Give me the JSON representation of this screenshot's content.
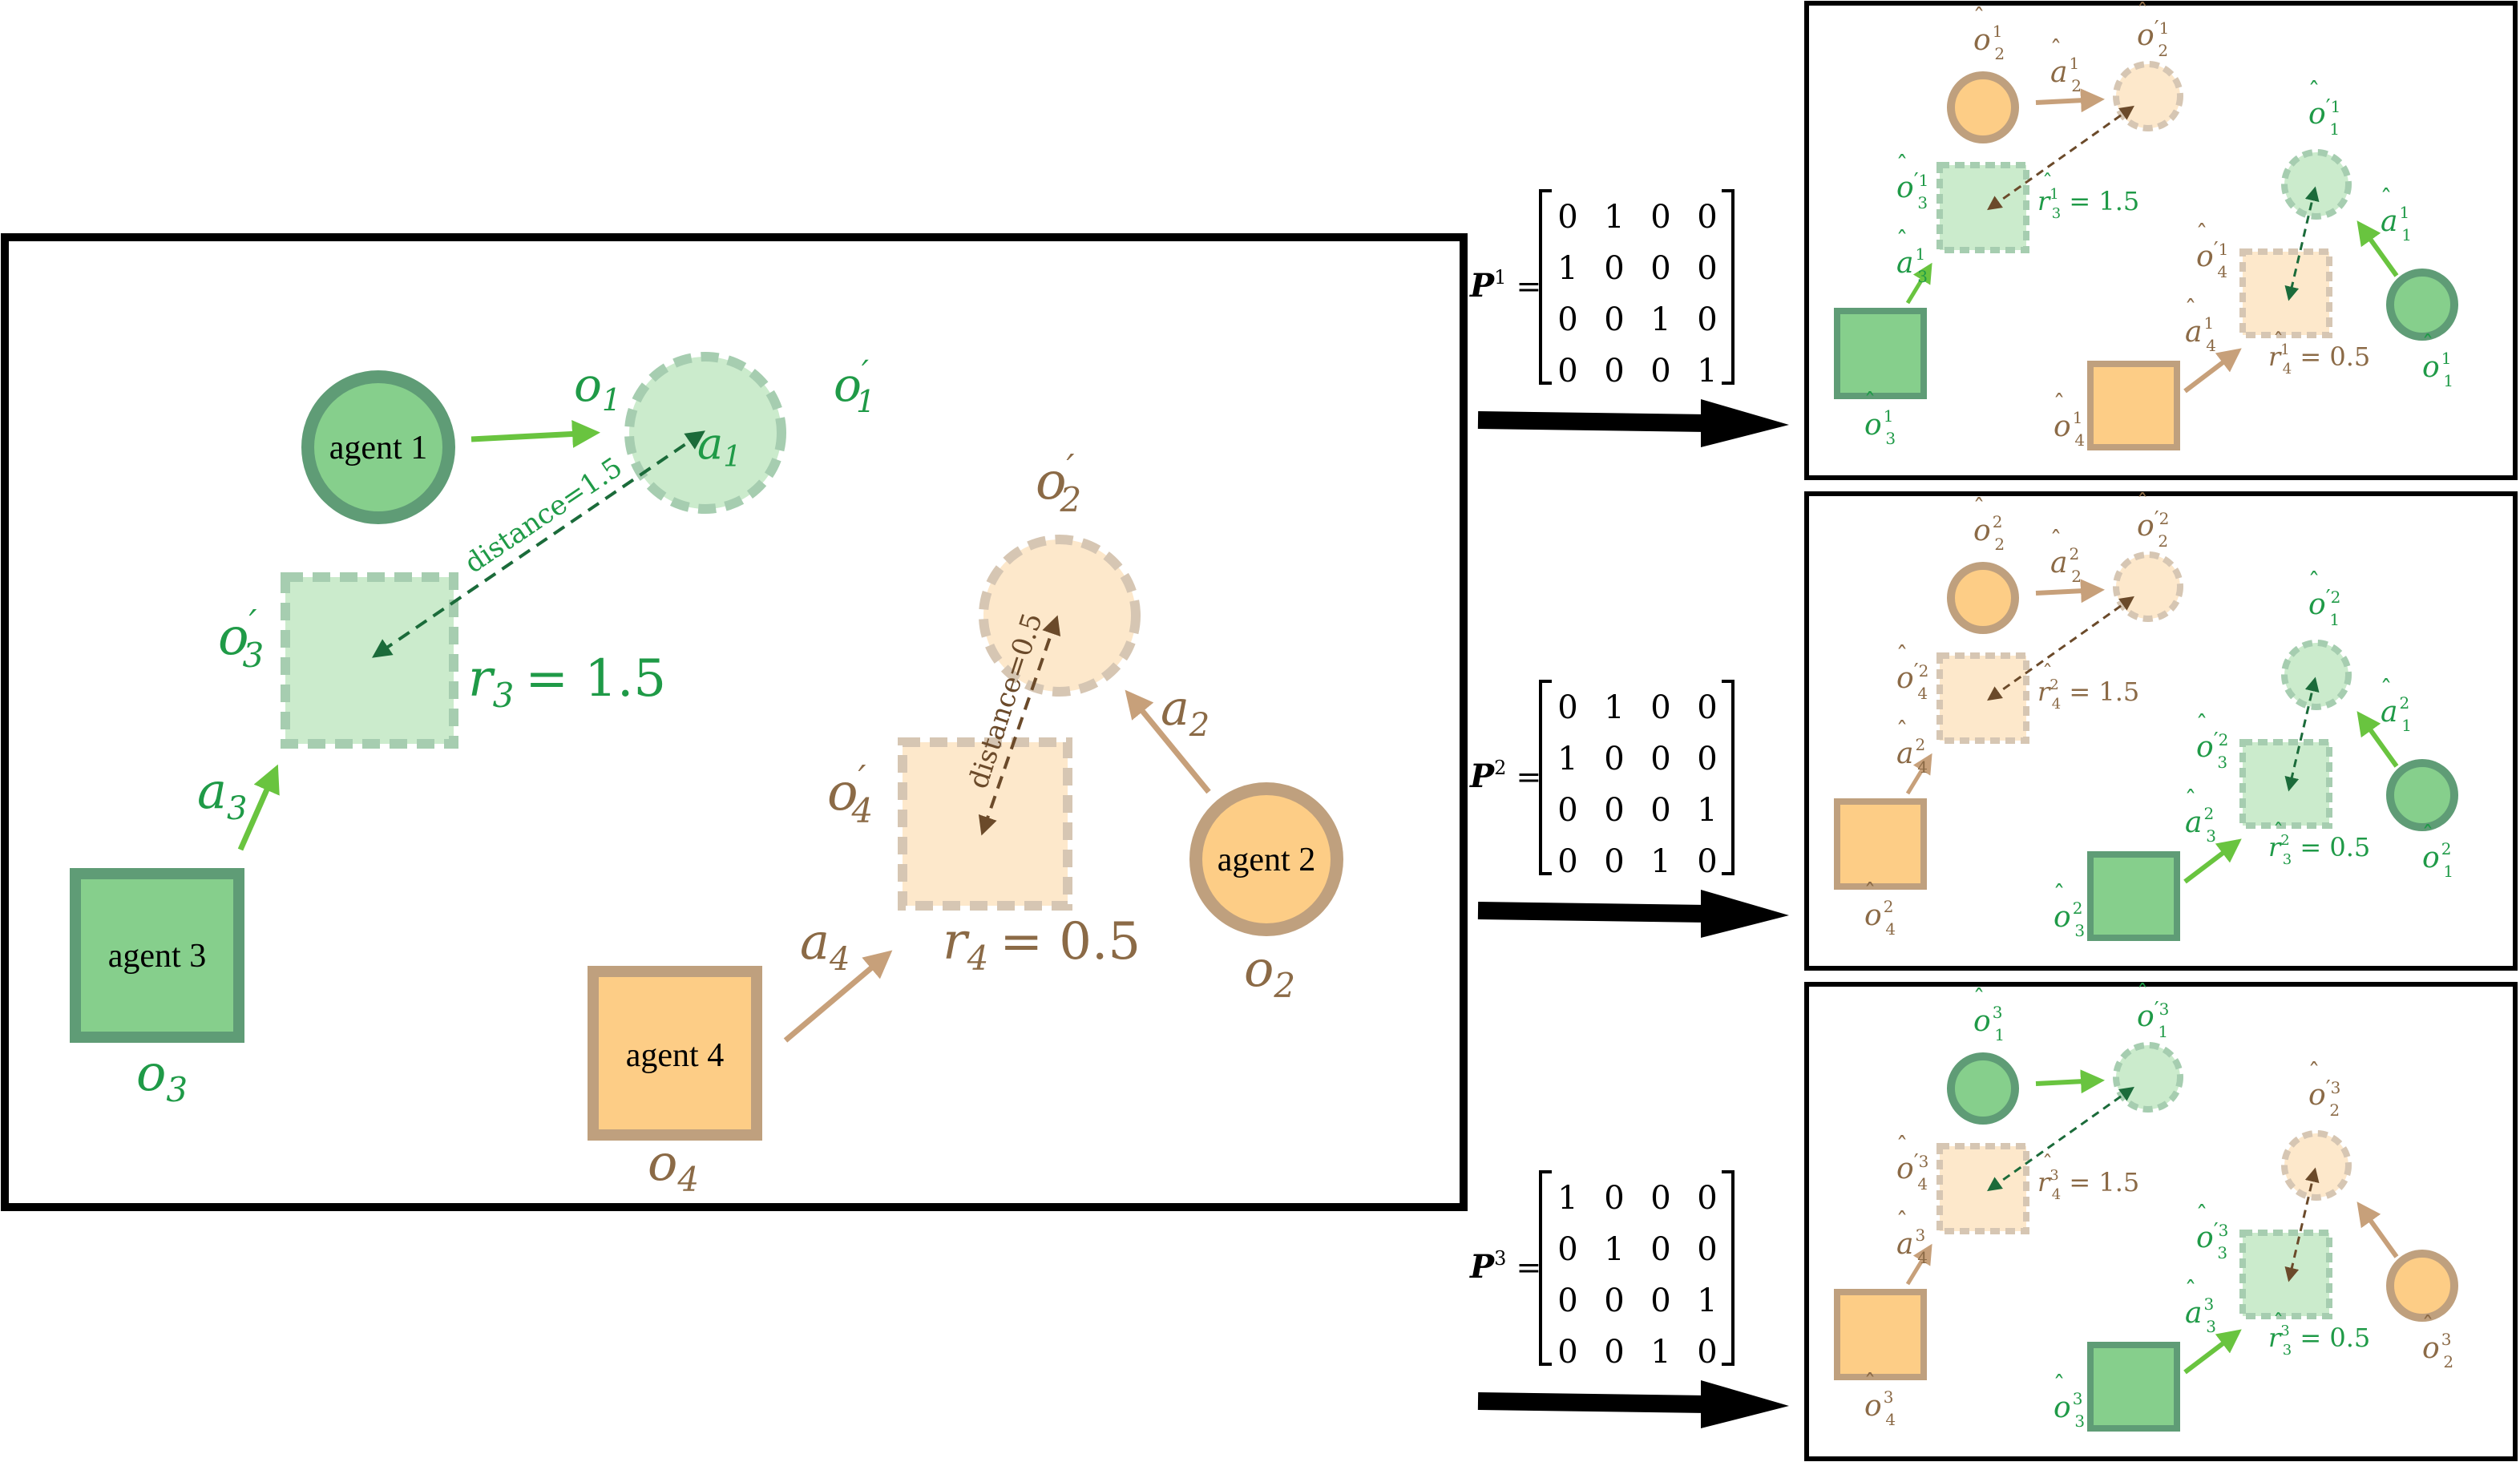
{
  "colors": {
    "green_fill": "#86CF8C",
    "green_stroke": "#5F9C76",
    "green_ghost_fill": "#CBEBCC",
    "green_ghost_stroke": "#A6CDB0",
    "green_arrow": "#69C43F",
    "green_text": "#1F9A47",
    "dark_green": "#1B6B3A",
    "orange_fill": "#FDCD86",
    "orange_stroke": "#BFA07E",
    "orange_ghost_fill": "#FDE8CB",
    "orange_ghost_stroke": "#D6C6B3",
    "brown_arrow": "#C7A07A",
    "brown_text": "#8B6A46",
    "dark_brown": "#6B4A2A",
    "black": "#000000"
  },
  "main": {
    "agents": [
      {
        "id": 1,
        "name": "agent 1",
        "obs": "o",
        "sub": "1",
        "shape": "circle",
        "team": "green"
      },
      {
        "id": 2,
        "name": "agent 2",
        "obs": "o",
        "sub": "2",
        "shape": "circle",
        "team": "orange"
      },
      {
        "id": 3,
        "name": "agent 3",
        "obs": "o",
        "sub": "3",
        "shape": "square",
        "team": "green"
      },
      {
        "id": 4,
        "name": "agent 4",
        "obs": "o",
        "sub": "4",
        "shape": "square",
        "team": "orange"
      }
    ],
    "next_obs": [
      {
        "base": "o",
        "sub": "1"
      },
      {
        "base": "o",
        "sub": "2"
      },
      {
        "base": "o",
        "sub": "3"
      },
      {
        "base": "o",
        "sub": "4"
      }
    ],
    "actions": [
      {
        "base": "a",
        "sub": "1"
      },
      {
        "base": "a",
        "sub": "2"
      },
      {
        "base": "a",
        "sub": "3"
      },
      {
        "base": "a",
        "sub": "4"
      }
    ],
    "distance_green": "distance=1.5",
    "distance_orange": "distance=0.5",
    "reward_green": {
      "base": "r",
      "sub": "3",
      "value": "= 1.5"
    },
    "reward_orange": {
      "base": "r",
      "sub": "4",
      "value": "= 0.5"
    }
  },
  "permutations": [
    {
      "name": "P",
      "sup": "1",
      "eq": "=",
      "matrix": [
        [
          "0",
          "1",
          "0",
          "0"
        ],
        [
          "1",
          "0",
          "0",
          "0"
        ],
        [
          "0",
          "0",
          "1",
          "0"
        ],
        [
          "0",
          "0",
          "0",
          "1"
        ]
      ],
      "panel": {
        "o2": "2",
        "o2p": "2",
        "a2": "2",
        "o3p": "3",
        "r_top_sub": "3",
        "r_top_val": "= 1.5",
        "a3": "3",
        "o3": "3",
        "o1p": "1",
        "a1": "1",
        "o1": "1",
        "o4p": "4",
        "a4": "4",
        "o4": "4",
        "r_bot_sub": "4",
        "r_bot_val": "= 0.5",
        "sup": "1"
      }
    },
    {
      "name": "P",
      "sup": "2",
      "eq": "=",
      "matrix": [
        [
          "0",
          "1",
          "0",
          "0"
        ],
        [
          "1",
          "0",
          "0",
          "0"
        ],
        [
          "0",
          "0",
          "0",
          "1"
        ],
        [
          "0",
          "0",
          "1",
          "0"
        ]
      ],
      "panel": {
        "o2": "2",
        "o2p": "2",
        "a2": "2",
        "o3p": "4",
        "r_top_sub": "4",
        "r_top_val": "= 1.5",
        "a3": "4",
        "o3": "4",
        "o1p": "1",
        "a1": "1",
        "o1": "1",
        "o4p": "3",
        "a4": "3",
        "o4": "3",
        "r_bot_sub": "3",
        "r_bot_val": "= 0.5",
        "sup": "2"
      }
    },
    {
      "name": "P",
      "sup": "3",
      "eq": "=",
      "matrix": [
        [
          "1",
          "0",
          "0",
          "0"
        ],
        [
          "0",
          "1",
          "0",
          "0"
        ],
        [
          "0",
          "0",
          "0",
          "1"
        ],
        [
          "0",
          "0",
          "1",
          "0"
        ]
      ],
      "panel": {
        "o2": "1",
        "o2p": "1",
        "a2": "",
        "o3p": "4",
        "r_top_sub": "4",
        "r_top_val": "= 1.5",
        "a3": "4",
        "o3": "4",
        "o1p": "2",
        "a1": "",
        "o1": "2",
        "o4p": "3",
        "a4": "3",
        "o4": "3",
        "r_bot_sub": "3",
        "r_bot_val": "= 0.5",
        "sup": "3"
      }
    }
  ]
}
